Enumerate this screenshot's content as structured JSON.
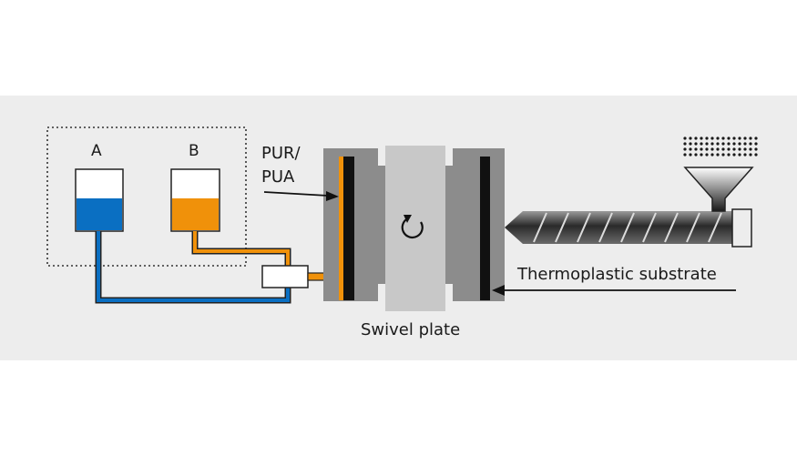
{
  "labels": {
    "tank_a": "A",
    "tank_b": "B",
    "pur_pua_line1": "PUR/",
    "pur_pua_line2": "PUA",
    "swivel_plate": "Swivel plate",
    "thermoplastic_substrate": "Thermoplastic substrate"
  },
  "colors": {
    "background_band": "#ededed",
    "component_a_blue": "#0a6fc2",
    "component_b_orange": "#f0910a",
    "mold_gray": "#8c8c8c",
    "swivel_gray": "#c8c8c8",
    "screw_dark": "#3a3a3a"
  },
  "icons": {
    "rotation": "rotate-ccw-icon"
  }
}
